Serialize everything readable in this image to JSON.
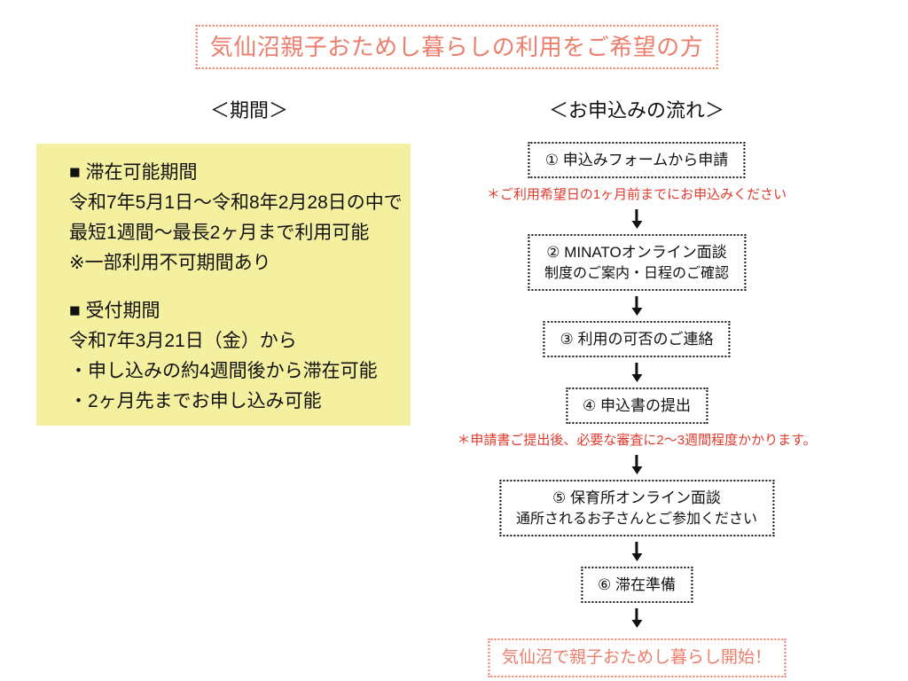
{
  "colors": {
    "accent": "#EC7E6C",
    "note_red": "#DF3B2C",
    "panel_yellow": "#F5F0A0",
    "box_border": "#1A1A1A"
  },
  "title": "気仙沼親子おためし暮らしの利用をご希望の方",
  "left": {
    "heading": "＜期間＞",
    "panel": {
      "blocks": [
        {
          "lines": [
            "■ 滞在可能期間",
            "令和7年5月1日〜令和8年2月28日の中で",
            "最短1週間〜最長2ヶ月まで利用可能",
            "※一部利用不可期間あり"
          ]
        },
        {
          "lines": [
            "■ 受付期間",
            "令和7年3月21日（金）から",
            "・申し込みの約4週間後から滞在可能",
            "・2ヶ月先までお申し込み可能"
          ]
        }
      ]
    }
  },
  "flow": {
    "heading": "＜お申込みの流れ＞",
    "items": [
      {
        "type": "box",
        "name": "flow-step-1-box",
        "lines": [
          "① 申込みフォームから申請"
        ]
      },
      {
        "type": "note",
        "name": "flow-note-1",
        "text": "＊ご利用希望日の1ヶ月前までにお申込みください"
      },
      {
        "type": "arrow"
      },
      {
        "type": "box",
        "name": "flow-step-2-box",
        "lines": [
          "② MINATOオンライン面談",
          "制度のご案内・日程のご確認"
        ]
      },
      {
        "type": "arrow"
      },
      {
        "type": "box",
        "name": "flow-step-3-box",
        "lines": [
          "③ 利用の可否のご連絡"
        ]
      },
      {
        "type": "arrow"
      },
      {
        "type": "box",
        "name": "flow-step-4-box",
        "lines": [
          "④ 申込書の提出"
        ]
      },
      {
        "type": "note",
        "name": "flow-note-2",
        "text": "＊申請書ご提出後、必要な審査に2〜3週間程度かかります。"
      },
      {
        "type": "arrow"
      },
      {
        "type": "box",
        "name": "flow-step-5-box",
        "lines": [
          "⑤ 保育所オンライン面談",
          "通所されるお子さんとご参加ください"
        ]
      },
      {
        "type": "arrow"
      },
      {
        "type": "box",
        "name": "flow-step-6-box",
        "lines": [
          "⑥ 滞在準備"
        ]
      },
      {
        "type": "arrow"
      },
      {
        "type": "goal",
        "name": "flow-goal-box",
        "text": "気仙沼で親子おためし暮らし開始！"
      }
    ]
  }
}
